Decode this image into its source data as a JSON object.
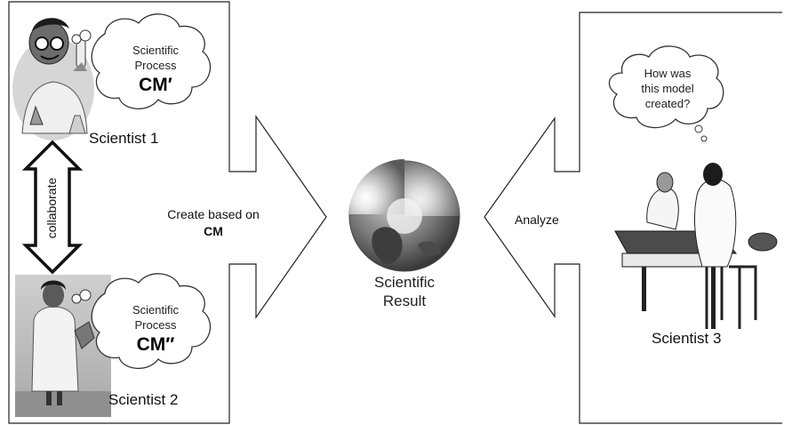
{
  "scientist1": {
    "label": "Scientist 1",
    "thought": {
      "line1": "Scientific",
      "line2": "Process",
      "cm": "CM′"
    }
  },
  "scientist2": {
    "label": "Scientist 2",
    "thought": {
      "line1": "Scientific",
      "line2": "Process",
      "cm": "CM″"
    }
  },
  "collaborate": "collaborate",
  "create_arrow": {
    "line1": "Create based on",
    "line2": "CM"
  },
  "result": {
    "line1": "Scientific",
    "line2": "Result"
  },
  "analyze_arrow": {
    "label": "Analyze"
  },
  "scientist3": {
    "label": "Scientist 3",
    "thought": {
      "line1": "How was",
      "line2": "this model",
      "line3": "created?"
    }
  }
}
